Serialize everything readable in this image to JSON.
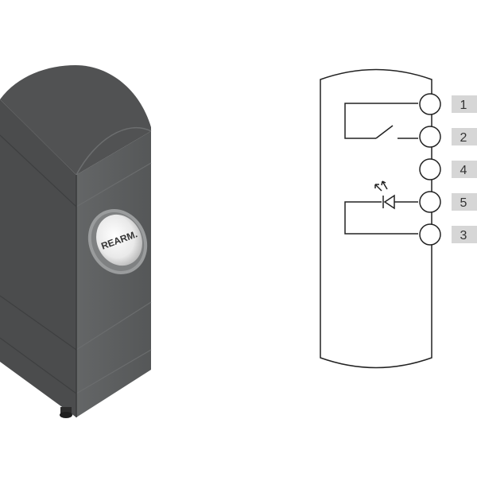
{
  "device": {
    "button_label": "REARM."
  },
  "pins": [
    {
      "number": "1"
    },
    {
      "number": "2"
    },
    {
      "number": "4"
    },
    {
      "number": "5"
    },
    {
      "number": "3"
    }
  ],
  "colors": {
    "housing_front": "#5b5d5e",
    "housing_side": "#4a4b4c",
    "housing_top": "#505152",
    "line": "#222222",
    "pin_tab": "#d6d6d6"
  }
}
